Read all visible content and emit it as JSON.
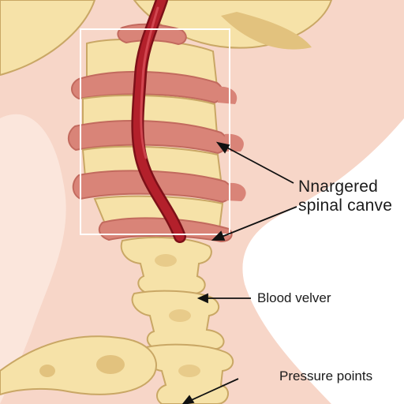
{
  "labels": {
    "enlarged_line1": "Nnargered",
    "enlarged_line2": "spinal canve",
    "blood": "Blood velver",
    "pressure": "Pressure points"
  },
  "colors": {
    "skin": "#f7d6c8",
    "skin_light": "#fbe6dc",
    "bone": "#f6e2a8",
    "bone_shadow": "#e2c27e",
    "bone_outline": "#c9a765",
    "disc": "#d98478",
    "disc_dark": "#c26a5e",
    "vessel": "#b3202b",
    "vessel_dark": "#7e1018",
    "highlight_box": "#ffffff",
    "arrow": "#111111"
  }
}
